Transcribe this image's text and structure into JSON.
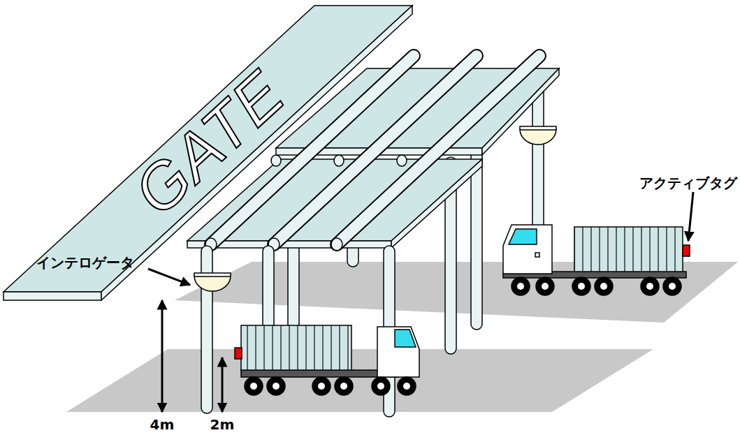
{
  "diagram": {
    "labels": [
      "GATE",
      "インテロゲータ",
      "アクティブタグ",
      "4m",
      "2m"
    ]
  }
}
